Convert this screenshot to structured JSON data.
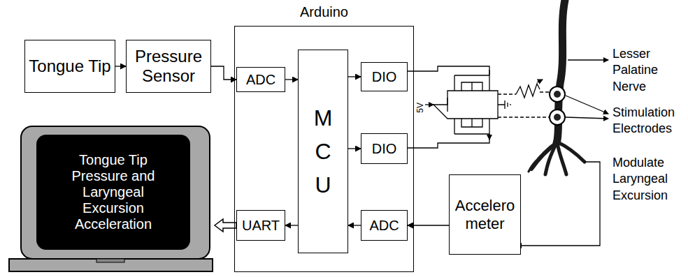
{
  "diagram": {
    "nodes": [
      {
        "text": [
          "Tongue Tip"
        ]
      },
      {
        "text": [
          "Pressure Sensor"
        ]
      },
      {
        "text": [
          "Arduino"
        ]
      },
      {
        "text": [
          "ADC"
        ],
        "in": 2
      },
      {
        "text": [
          "M C U"
        ],
        "in": 2
      },
      {
        "text": [
          "DIO"
        ],
        "in": 2
      },
      {
        "text": [
          "DIO"
        ],
        "in": 2
      },
      {
        "text": [
          "UART"
        ],
        "in": 2
      },
      {
        "text": [
          "ADC"
        ],
        "in": 2
      },
      {
        "text": [
          "Accelero meter"
        ]
      },
      {
        "text": [
          "Tongue Tip Pressure and Laryngeal Excursion Acceleration"
        ]
      }
    ],
    "edges": [
      {
        "from": 0,
        "to": 1,
        "arrow": "to"
      },
      {
        "from": 1,
        "to": 3,
        "arrow": "to"
      },
      {
        "from": 3,
        "to": 4,
        "arrow": "to"
      },
      {
        "from": 4,
        "to": 5,
        "arrow": "to"
      },
      {
        "from": 4,
        "to": 6,
        "arrow": "to"
      },
      {
        "from": 4,
        "to": 7,
        "arrow": "to"
      },
      {
        "from": 8,
        "to": 4,
        "arrow": "to"
      },
      {
        "from": 9,
        "to": 8,
        "arrow": "to"
      },
      {
        "from": 7,
        "to": 10,
        "arrow": "to"
      }
    ],
    "labels": [
      "Lesser Palatine Nerve",
      "Stimulation Electrodes",
      "Modulate Laryngeal Excursion",
      "5V"
    ]
  }
}
